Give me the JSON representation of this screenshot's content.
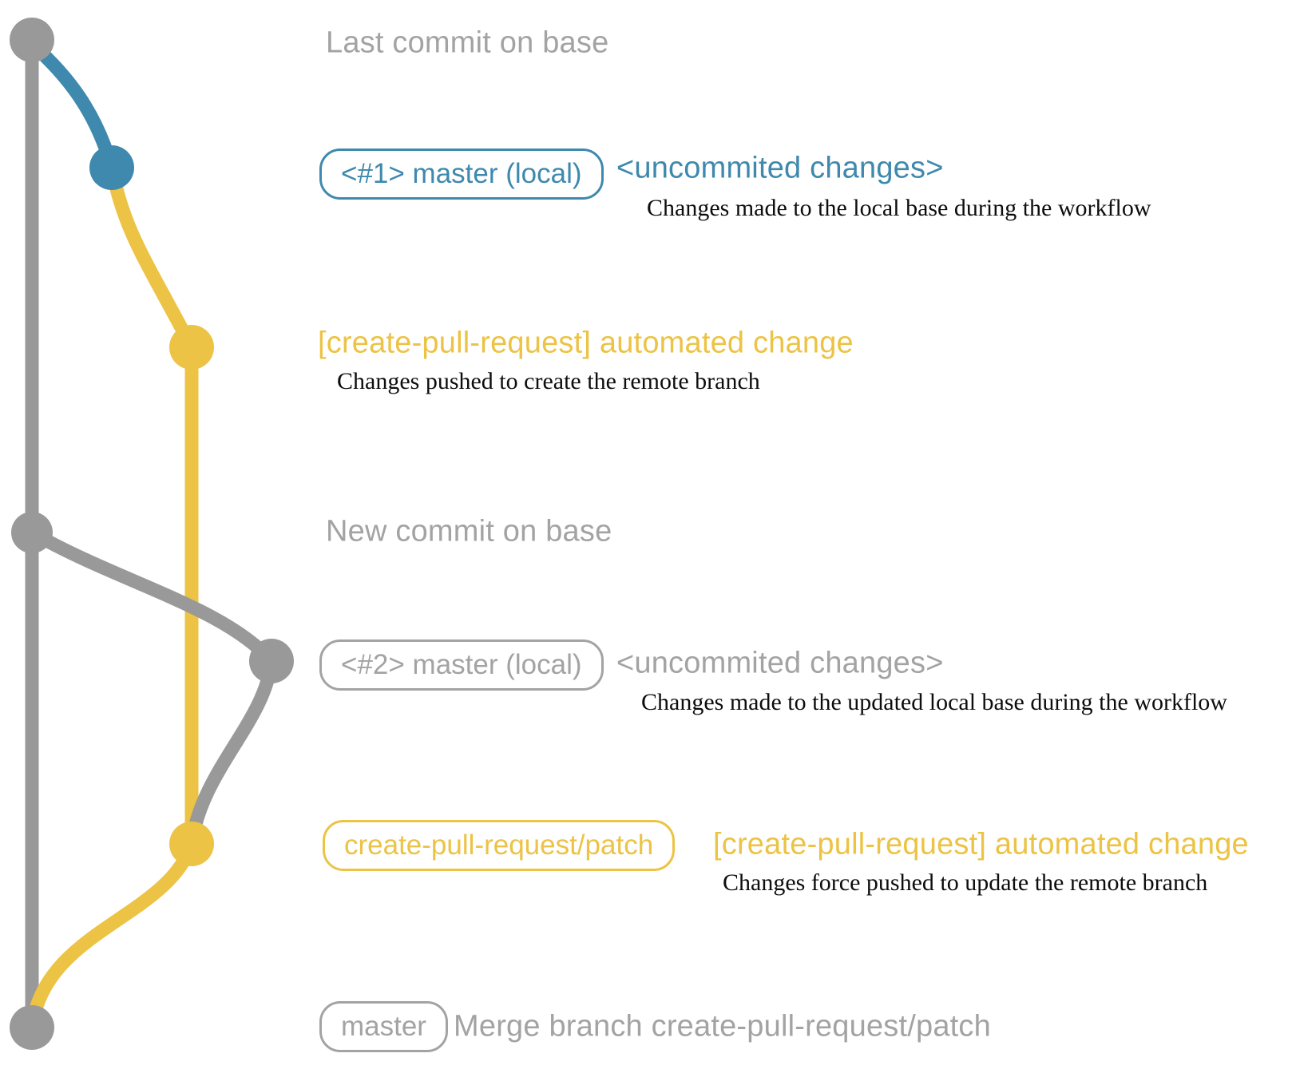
{
  "colors": {
    "graph_gray": "#999999",
    "gray_text": "#a3a3a3",
    "blue": "#3e89ad",
    "yellow": "#ecc344",
    "desc_black": "#0d0d0d"
  },
  "labels": {
    "last_commit": "Last commit on base",
    "new_commit": "New commit on base"
  },
  "row1": {
    "badge": "<#1> master (local)",
    "title": "<uncommited changes>",
    "desc": "Changes made to the local base during the workflow"
  },
  "push1": {
    "title": "[create-pull-request] automated change",
    "desc": "Changes pushed to create the remote branch"
  },
  "row2": {
    "badge": "<#2> master (local)",
    "title": "<uncommited changes>",
    "desc": "Changes made to the updated local base during the workflow"
  },
  "row3": {
    "badge": "create-pull-request/patch",
    "title": "[create-pull-request] automated change",
    "desc": "Changes force pushed to update the remote branch"
  },
  "merge": {
    "badge": "master",
    "title": "Merge branch create-pull-request/patch"
  }
}
